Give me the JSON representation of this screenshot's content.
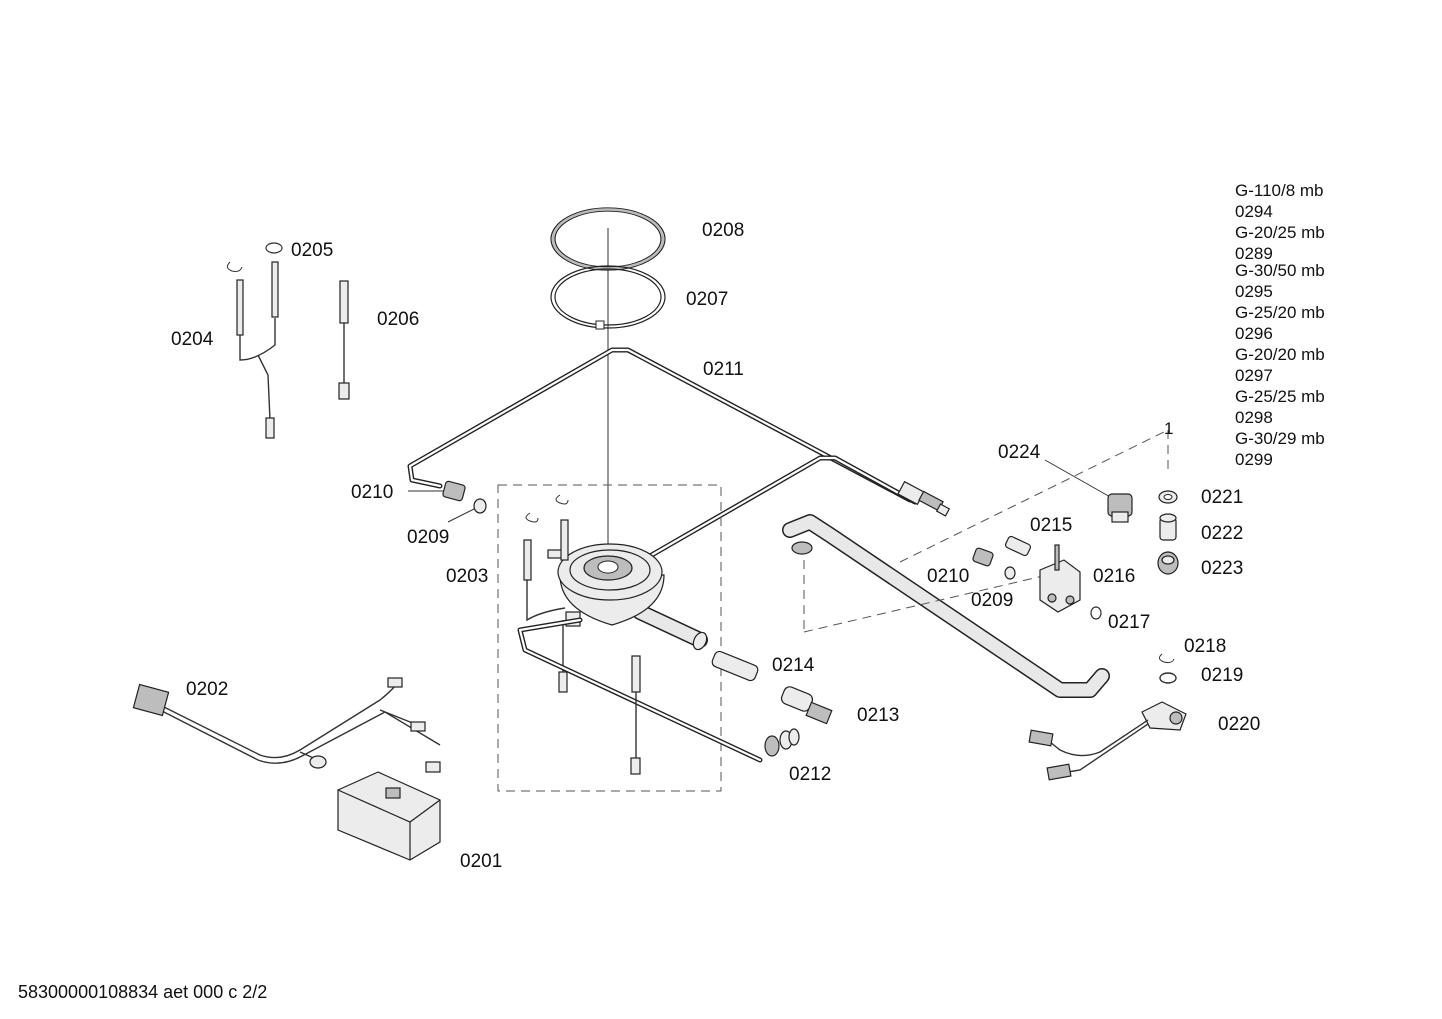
{
  "labels": {
    "p0201": "0201",
    "p0202": "0202",
    "p0203": "0203",
    "p0204": "0204",
    "p0205": "0205",
    "p0206": "0206",
    "p0207": "0207",
    "p0208": "0208",
    "p0209a": "0209",
    "p0209b": "0209",
    "p0210a": "0210",
    "p0210b": "0210",
    "p0211": "0211",
    "p0212": "0212",
    "p0213": "0213",
    "p0214": "0214",
    "p0215": "0215",
    "p0216": "0216",
    "p0217": "0217",
    "p0218": "0218",
    "p0219": "0219",
    "p0220": "0220",
    "p0221": "0221",
    "p0222": "0222",
    "p0223": "0223",
    "p0224": "0224",
    "marker1": "1"
  },
  "gas_table": [
    {
      "gas": "G-110/8 mb",
      "part": "0294"
    },
    {
      "gas": "G-20/25 mb",
      "part": "0289"
    },
    {
      "gas": "G-30/50 mb",
      "part": "0295"
    },
    {
      "gas": "G-25/20 mb",
      "part": "0296"
    },
    {
      "gas": "G-20/20 mb",
      "part": "0297"
    },
    {
      "gas": "G-25/25 mb",
      "part": "0298"
    },
    {
      "gas": "G-30/29 mb",
      "part": "0299"
    }
  ],
  "footer": "58300000108834 aet 000 c 2/2"
}
